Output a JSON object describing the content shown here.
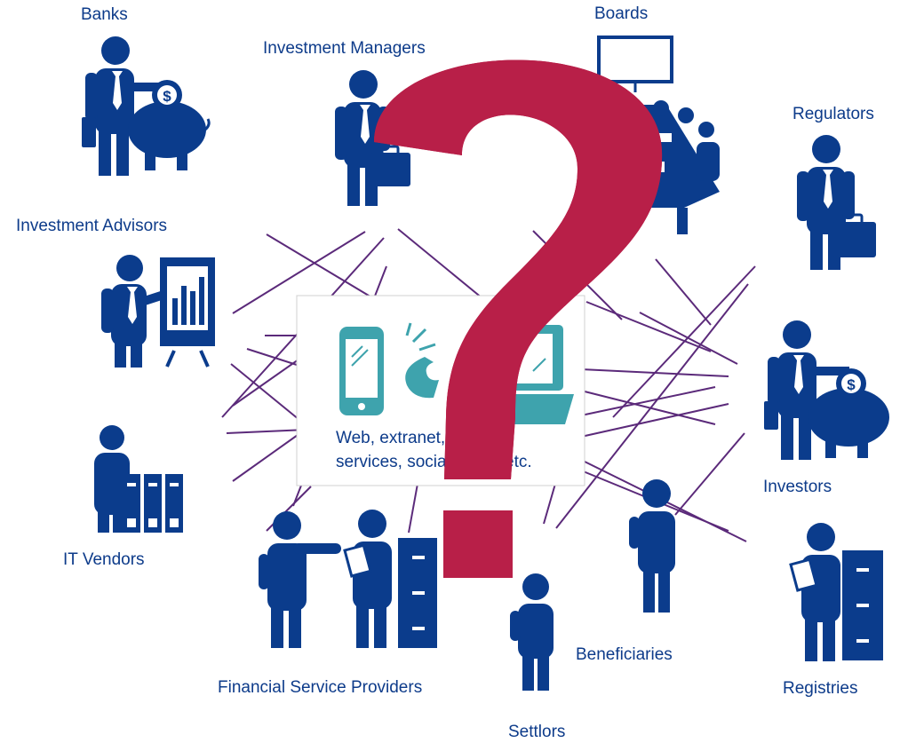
{
  "labels": {
    "banks": "Banks",
    "boards": "Boards",
    "investment_managers": "Investment Managers",
    "regulators": "Regulators",
    "investment_advisors": "Investment Advisors",
    "investors": "Investors",
    "it_vendors": "IT Vendors",
    "financial_service_providers": "Financial Service Providers",
    "beneficiaries": "Beneficiaries",
    "registries": "Registries",
    "settlors": "Settlors"
  },
  "center": {
    "line1": "Web, extranet, mobile",
    "line2": "services, social, email etc."
  },
  "colors": {
    "figure": "#0b3c8c",
    "label": "#0d3b8a",
    "connector": "#5b2a7a",
    "question_mark": "#b81f48",
    "device": "#3ea3ad"
  },
  "icons": [
    "dollar-icon",
    "mobile-phone-icon",
    "telephone-icon",
    "laptop-icon",
    "question-mark-icon",
    "piggy-bank-icon",
    "briefcase-icon",
    "filing-cabinet-icon"
  ]
}
